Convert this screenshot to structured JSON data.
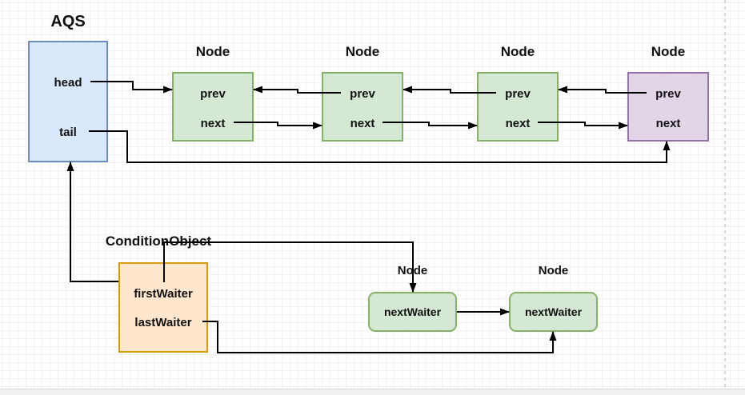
{
  "aqs": {
    "title": "AQS",
    "fields": [
      "head",
      "tail"
    ]
  },
  "sync_queue": {
    "nodes": [
      {
        "title": "Node",
        "fields": [
          "prev",
          "next"
        ]
      },
      {
        "title": "Node",
        "fields": [
          "prev",
          "next"
        ]
      },
      {
        "title": "Node",
        "fields": [
          "prev",
          "next"
        ]
      },
      {
        "title": "Node",
        "fields": [
          "prev",
          "next"
        ]
      }
    ]
  },
  "condition_object": {
    "title": "ConditionObject",
    "fields": [
      "firstWaiter",
      "lastWaiter"
    ]
  },
  "condition_queue": {
    "nodes": [
      {
        "title": "Node",
        "field": "nextWaiter"
      },
      {
        "title": "Node",
        "field": "nextWaiter"
      }
    ]
  },
  "colors": {
    "aqs_fill": "#dae8fc",
    "aqs_stroke": "#6c8ebf",
    "node_fill": "#d5e8d4",
    "node_stroke": "#82b366",
    "tail_node_fill": "#e1d5e7",
    "tail_node_stroke": "#9673a6",
    "condition_fill": "#ffe6cc",
    "condition_stroke": "#d79b00",
    "edge": "#000000"
  }
}
